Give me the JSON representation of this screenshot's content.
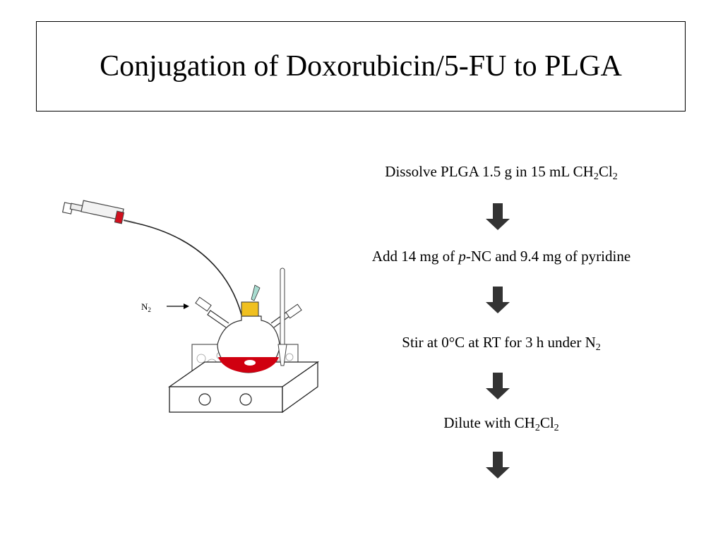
{
  "title": "Conjugation of Doxorubicin/5-FU to PLGA",
  "diagram": {
    "gas_label": {
      "base": "N",
      "sub": "2"
    }
  },
  "steps": [
    {
      "parts": [
        {
          "t": "Dissolve PLGA 1.5 g in 15 mL CH"
        },
        {
          "t": "2",
          "sub": true
        },
        {
          "t": "Cl"
        },
        {
          "t": "2",
          "sub": true
        }
      ]
    },
    {
      "parts": [
        {
          "t": "Add 14 mg of "
        },
        {
          "t": "p",
          "italic": true
        },
        {
          "t": "-NC and 9.4 mg of pyridine"
        }
      ]
    },
    {
      "parts": [
        {
          "t": "Stir at 0°C at RT for 3 h under N"
        },
        {
          "t": "2",
          "sub": true
        }
      ]
    },
    {
      "parts": [
        {
          "t": "Dilute with CH"
        },
        {
          "t": "2",
          "sub": true
        },
        {
          "t": "Cl"
        },
        {
          "t": "2",
          "sub": true
        }
      ]
    }
  ],
  "colors": {
    "solution": "#d00010",
    "syringe_tip": "#d0101e",
    "stopper": "#f0c020",
    "arrow": "#333333",
    "needle_cap": "#a8dcd0"
  }
}
